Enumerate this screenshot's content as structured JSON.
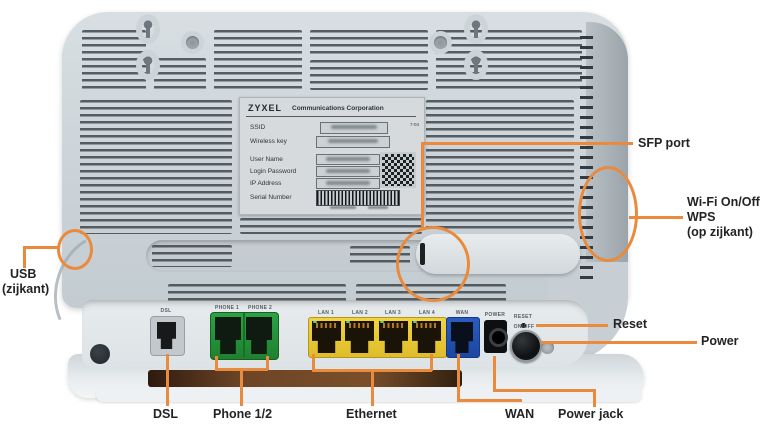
{
  "colors": {
    "accent_orange": "#EA8A3C",
    "body_gray": "#CBD3D8",
    "lan_yellow": "#E9C935",
    "wan_blue": "#1E4FAE",
    "phone_green": "#2A9A40"
  },
  "sticker": {
    "brand": "ZYXEL",
    "company": "Communications Corporation",
    "corner_note": "7-04",
    "fields": [
      {
        "label": "SSID"
      },
      {
        "label": "Wireless key"
      },
      {
        "label": "User Name"
      },
      {
        "label": "Login Password"
      },
      {
        "label": "IP Address"
      },
      {
        "label": "Serial Number"
      }
    ]
  },
  "port_labels": {
    "dsl": "DSL",
    "phone1": "PHONE 1",
    "phone2": "PHONE 2",
    "lan1": "LAN 1",
    "lan2": "LAN 2",
    "lan3": "LAN 3",
    "lan4": "LAN 4",
    "wan": "WAN",
    "power": "POWER",
    "reset": "RESET",
    "onoff": "ON/OFF"
  },
  "callouts": {
    "sfp": "SFP port",
    "wifi": [
      "Wi-Fi On/Off",
      "WPS",
      "(op zijkant)"
    ],
    "usb": [
      "USB",
      "(zijkant)"
    ],
    "reset": "Reset",
    "power": "Power",
    "dsl": "DSL",
    "phone": "Phone 1/2",
    "ethernet": "Ethernet",
    "wan": "WAN",
    "power_jack": "Power jack"
  }
}
